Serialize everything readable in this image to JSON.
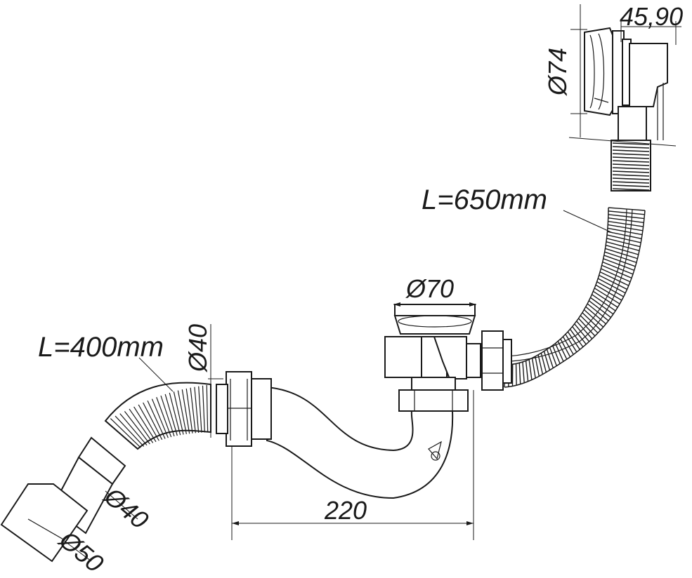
{
  "labels": {
    "hose_overflow_length": "L=650mm",
    "hose_outlet_length": "L=400mm",
    "overflow_diameter": "Ø74",
    "overflow_depth": "45,90",
    "drain_diameter": "Ø70",
    "outlet_diameter_1": "Ø40",
    "outlet_diameter_2": "Ø40",
    "outlet_diameter_3": "Ø50",
    "horizontal_length": "220"
  }
}
